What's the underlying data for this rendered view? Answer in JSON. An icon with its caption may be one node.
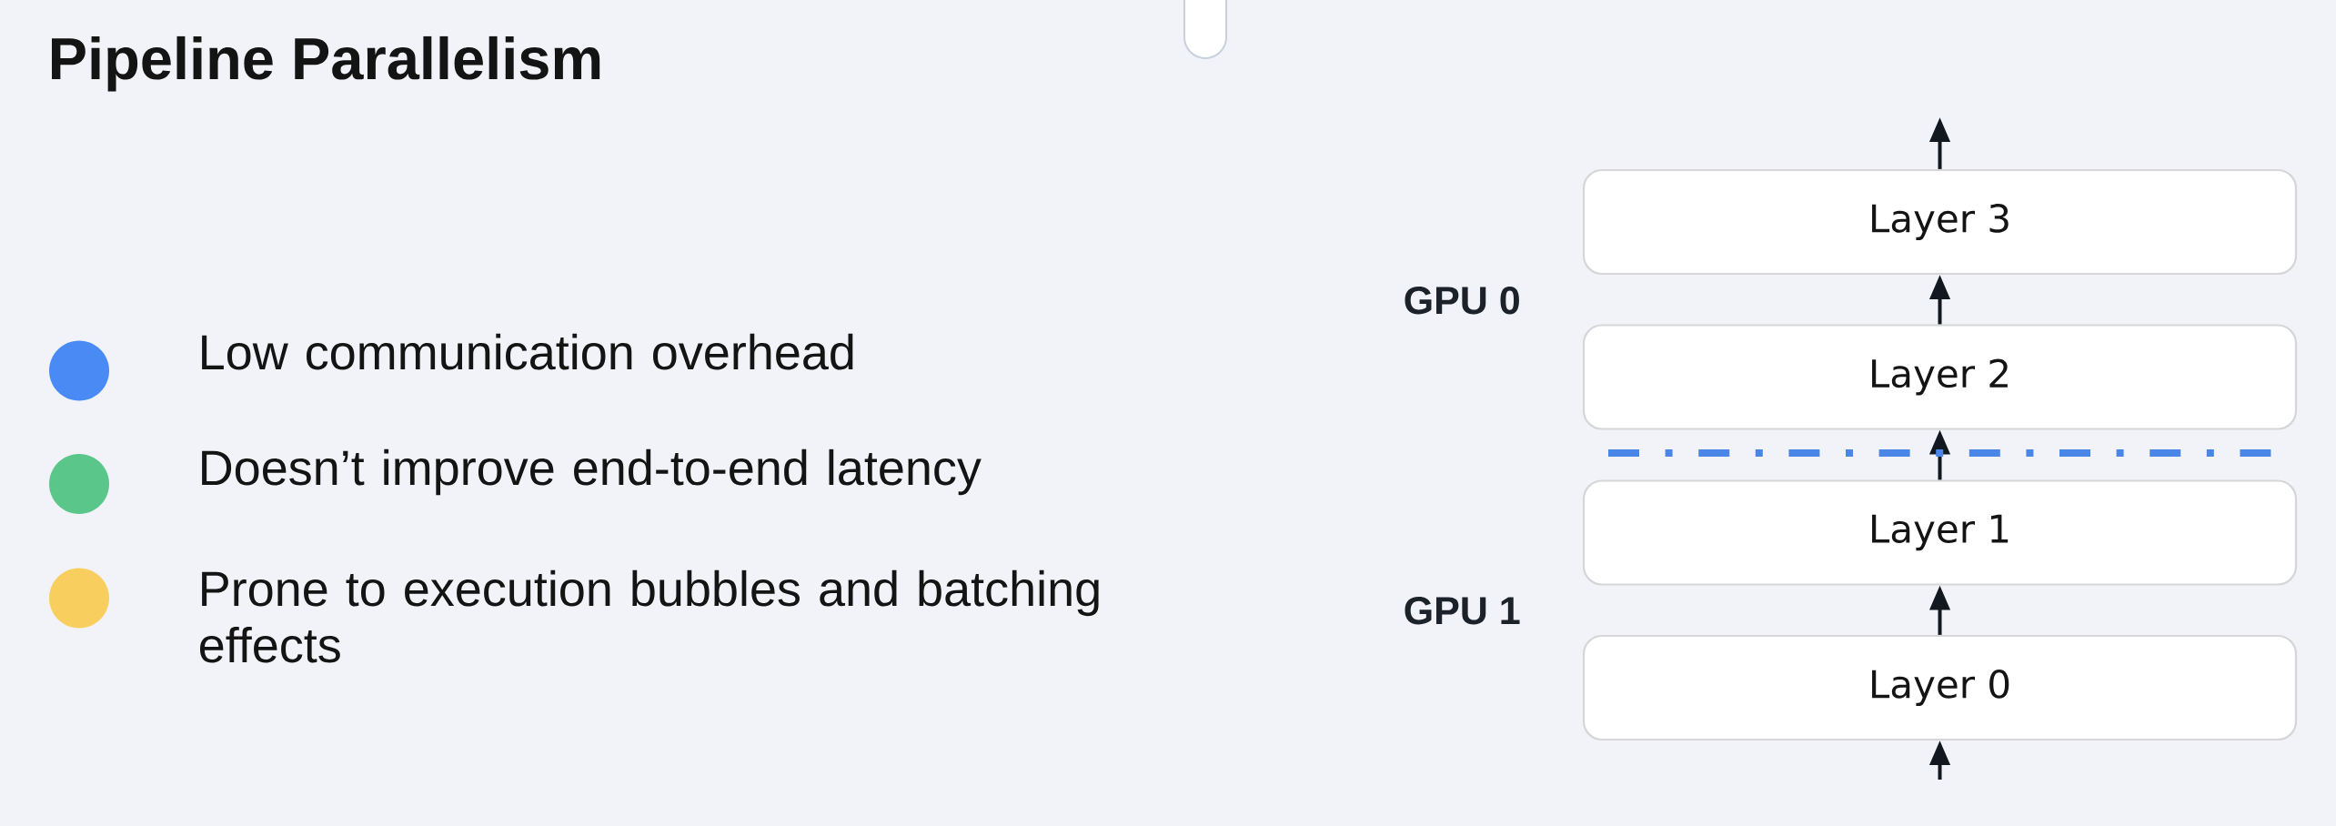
{
  "diagram": {
    "title": "Pipeline Parallelism",
    "nodes": [
      {
        "text": [
          "Layer 3"
        ]
      },
      {
        "text": [
          "Layer 2"
        ]
      },
      {
        "text": [
          "Layer 1"
        ]
      },
      {
        "text": [
          "Layer 0"
        ]
      }
    ],
    "edges": [
      {
        "from": null,
        "to": 3,
        "arrow": "to"
      },
      {
        "from": 3,
        "to": 2,
        "arrow": "to"
      },
      {
        "from": 2,
        "to": 1,
        "arrow": "to"
      },
      {
        "from": 1,
        "to": 0,
        "arrow": "to"
      },
      {
        "from": 0,
        "to": null,
        "arrow": "to"
      }
    ],
    "labels": [
      "GPU 0",
      "GPU 1"
    ],
    "legend": [
      {
        "text": "Low communication overhead",
        "color": "#4a8af4"
      },
      {
        "text": "Doesn’t improve end-to-end latency",
        "color": "#5bc68a"
      },
      {
        "text": "Prone to execution bubbles and batching effects",
        "color": "#f8cf5f"
      }
    ]
  }
}
